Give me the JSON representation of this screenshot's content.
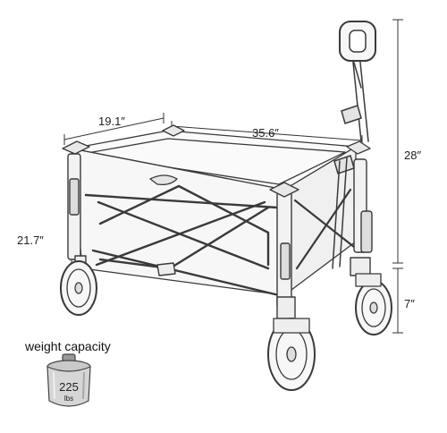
{
  "dimensions": {
    "width": "19.1″",
    "length": "35.6″",
    "body_height": "21.7″",
    "total_height": "28″",
    "wheel_height": "7″"
  },
  "weight_capacity": {
    "label": "weight capacity",
    "value": "225",
    "unit": "lbs"
  },
  "colors": {
    "line": "#3a3a3a",
    "fill_light": "#f4f4f4",
    "fill_mid": "#d9d9d9"
  }
}
